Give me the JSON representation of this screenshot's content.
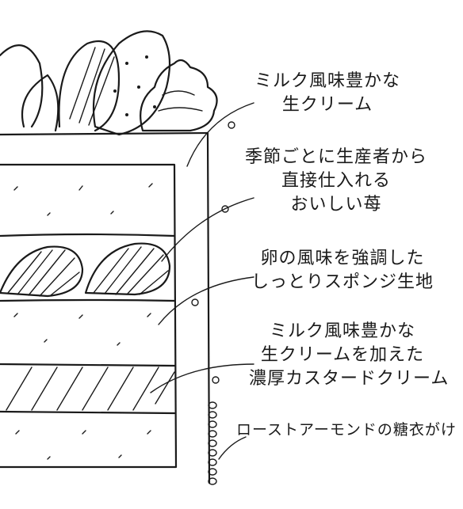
{
  "colors": {
    "ink": "#1a1a1a",
    "paper": "#ffffff"
  },
  "annotations": [
    {
      "id": "cream-top",
      "lines": [
        "ミルク風味豊かな",
        "生クリーム"
      ]
    },
    {
      "id": "strawberry",
      "lines": [
        "季節ごとに生産者から",
        "直接仕入れる",
        "おいしい苺"
      ]
    },
    {
      "id": "sponge",
      "lines": [
        "卵の風味を強調した",
        "しっとりスポンジ生地"
      ]
    },
    {
      "id": "custard",
      "lines": [
        "ミルク風味豊かな",
        "生クリームを加えた",
        "濃厚カスタードクリーム"
      ]
    },
    {
      "id": "almond",
      "lines": [
        "ローストアーモンドの糖衣がけ"
      ]
    }
  ]
}
